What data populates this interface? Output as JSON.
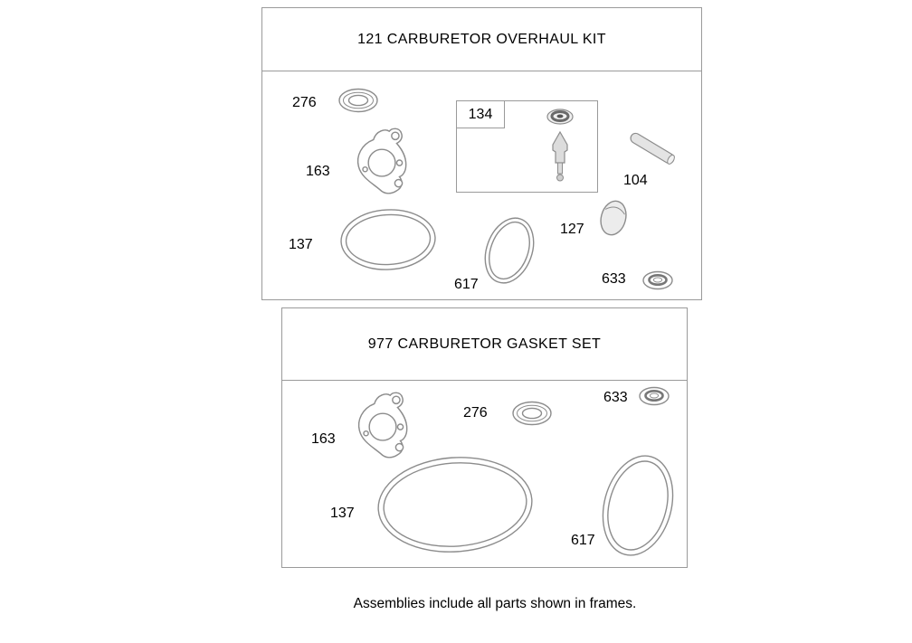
{
  "colors": {
    "line": "#8c8c8c",
    "frame_border": "#9a9a9a",
    "text": "#000000",
    "background": "#ffffff"
  },
  "frame1": {
    "title": "121 CARBURETOR OVERHAUL KIT",
    "labels": {
      "l276": "276",
      "l163": "163",
      "l134": "134",
      "l104": "104",
      "l137": "137",
      "l617": "617",
      "l127": "127",
      "l633": "633"
    }
  },
  "frame2": {
    "title": "977 CARBURETOR GASKET SET",
    "labels": {
      "l163": "163",
      "l276": "276",
      "l633": "633",
      "l137": "137",
      "l617": "617"
    }
  },
  "caption": "Assemblies include all parts shown in frames."
}
